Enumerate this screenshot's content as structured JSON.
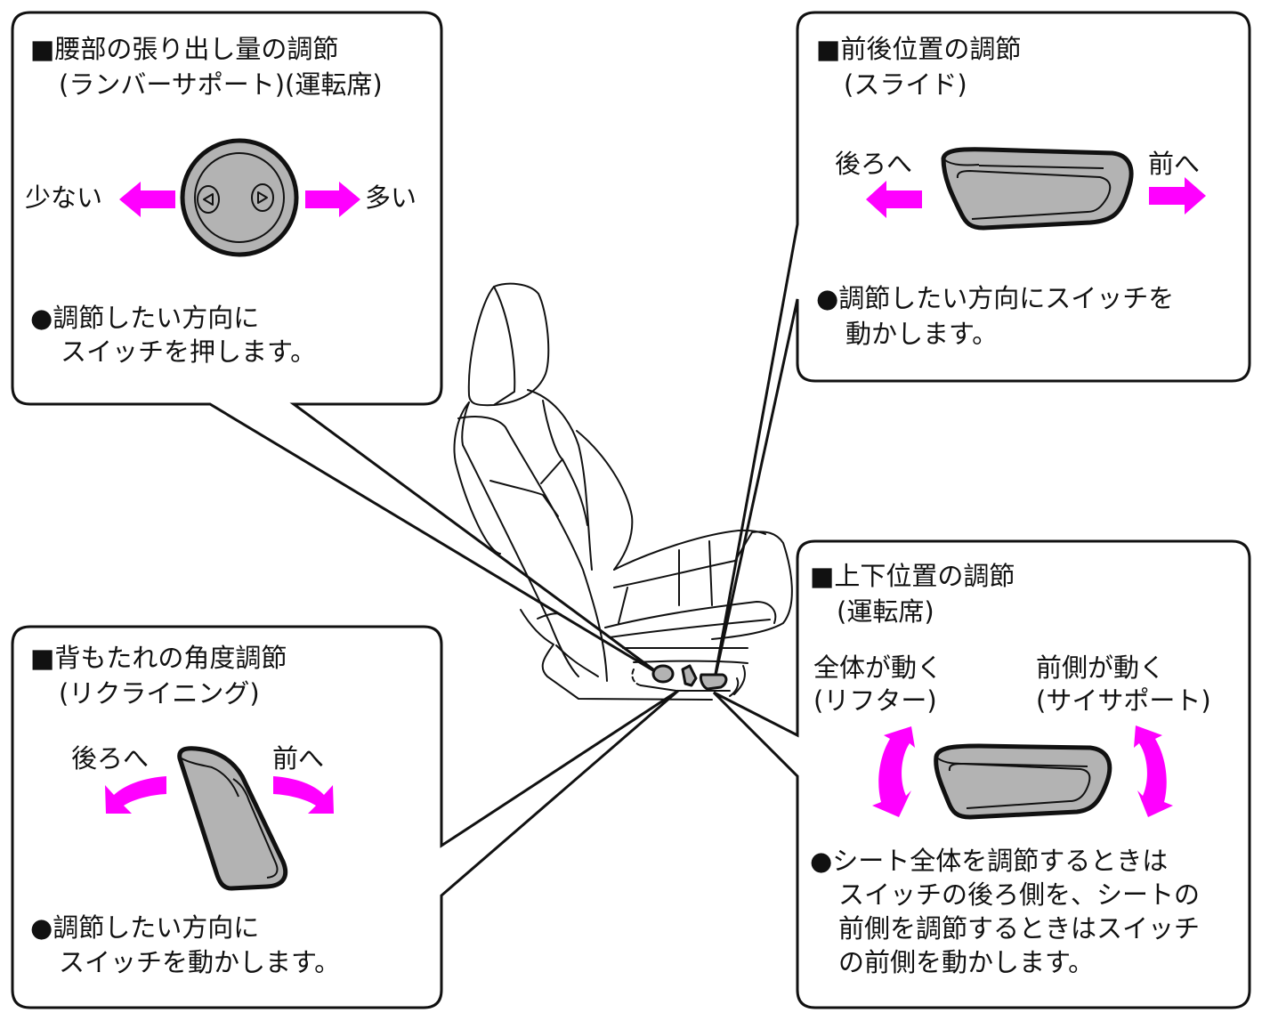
{
  "colors": {
    "arrow": "#ff00ff",
    "switch_fill": "#b3b3b3",
    "line": "#111111",
    "background": "#ffffff"
  },
  "panels": {
    "lumbar": {
      "title": "■腰部の張り出し量の調節",
      "subtitle": "(ランバーサポート)(運転席)",
      "left_label": "少ない",
      "right_label": "多い",
      "note_line1": "●調節したい方向に",
      "note_line2": "スイッチを押します。"
    },
    "slide": {
      "title": "■前後位置の調節",
      "subtitle": "(スライド)",
      "left_label": "後ろへ",
      "right_label": "前へ",
      "note_line1": "●調節したい方向にスイッチを",
      "note_line2": "動かします。"
    },
    "recline": {
      "title": "■背もたれの角度調節",
      "subtitle": "(リクライニング)",
      "left_label": "後ろへ",
      "right_label": "前へ",
      "note_line1": "●調節したい方向に",
      "note_line2": "スイッチを動かします。"
    },
    "height": {
      "title": "■上下位置の調節",
      "subtitle": "(運転席)",
      "left_label_line1": "全体が動く",
      "left_label_line2": "(リフター)",
      "right_label_line1": "前側が動く",
      "right_label_line2": "(サイサポート)",
      "note_line1": "●シート全体を調節するときは",
      "note_line2": "スイッチの後ろ側を、シートの",
      "note_line3": "前側を調節するときはスイッチ",
      "note_line4": "の前側を動かします。"
    }
  },
  "icons": [
    "lumbar-switch-icon",
    "slide-switch-icon",
    "recline-switch-icon",
    "height-switch-icon",
    "seat-illustration",
    "arrow-left-icon",
    "arrow-right-icon",
    "curved-arrow-icon"
  ]
}
